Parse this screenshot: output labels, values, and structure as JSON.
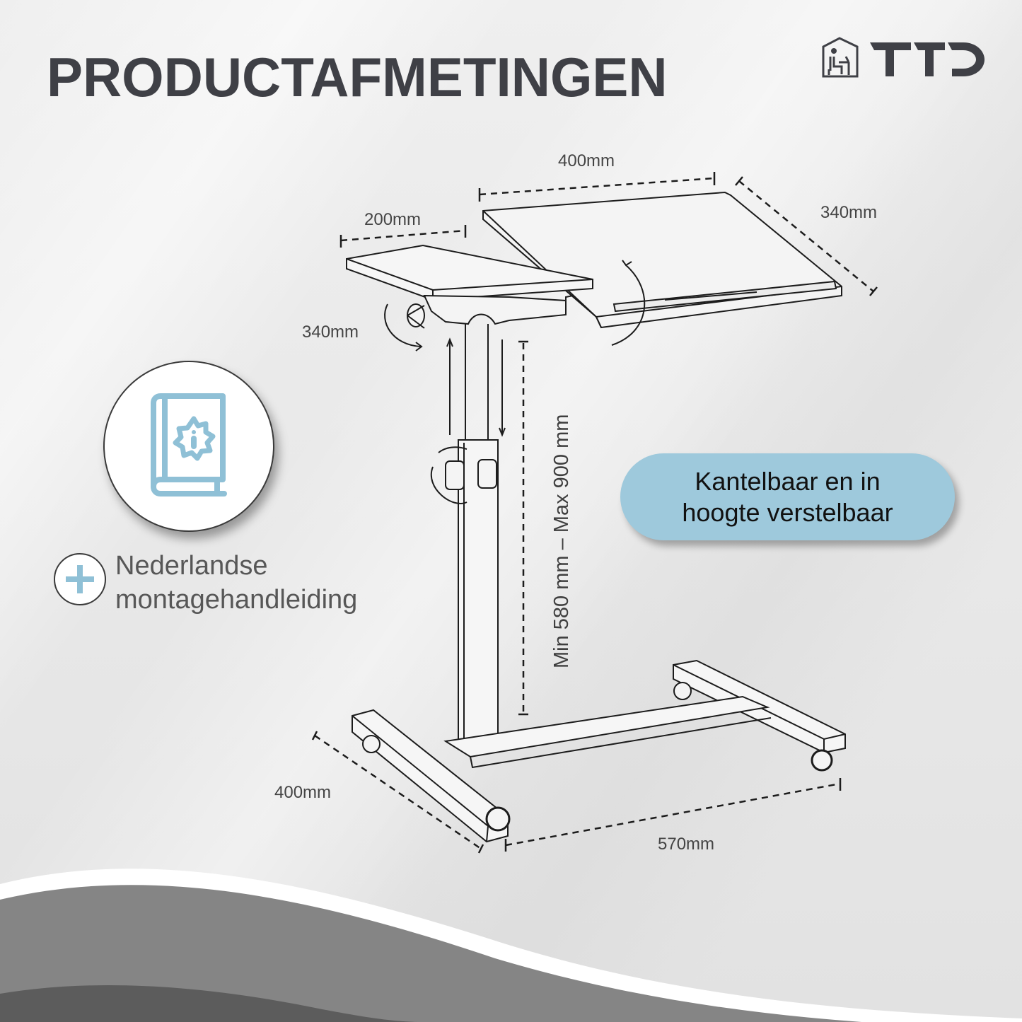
{
  "header": {
    "title": "PRODUCTAFMETINGEN",
    "logo": {
      "icon": "house-person-desk-icon",
      "text": "TTD"
    }
  },
  "dimensions": {
    "large_top_width": "400mm",
    "large_top_depth": "340mm",
    "small_top_width": "200mm",
    "small_top_depth": "340mm",
    "height_range": "Min 580 mm – Max 900 mm",
    "base_depth": "400mm",
    "base_width": "570mm"
  },
  "features": {
    "manual_icon": "book-gear-info-icon",
    "plus_icon": "plus-icon",
    "manual_line1": "Nederlandse",
    "manual_line2": "montagehandleiding",
    "pill_line1": "Kantelbaar en in",
    "pill_line2": "hoogte verstelbaar"
  },
  "colors": {
    "title": "#3f4046",
    "accent_blue": "#9ec9dc",
    "icon_blue": "#8fc0d6",
    "wave_mid": "#858585",
    "wave_dark": "#5c5c5c"
  }
}
